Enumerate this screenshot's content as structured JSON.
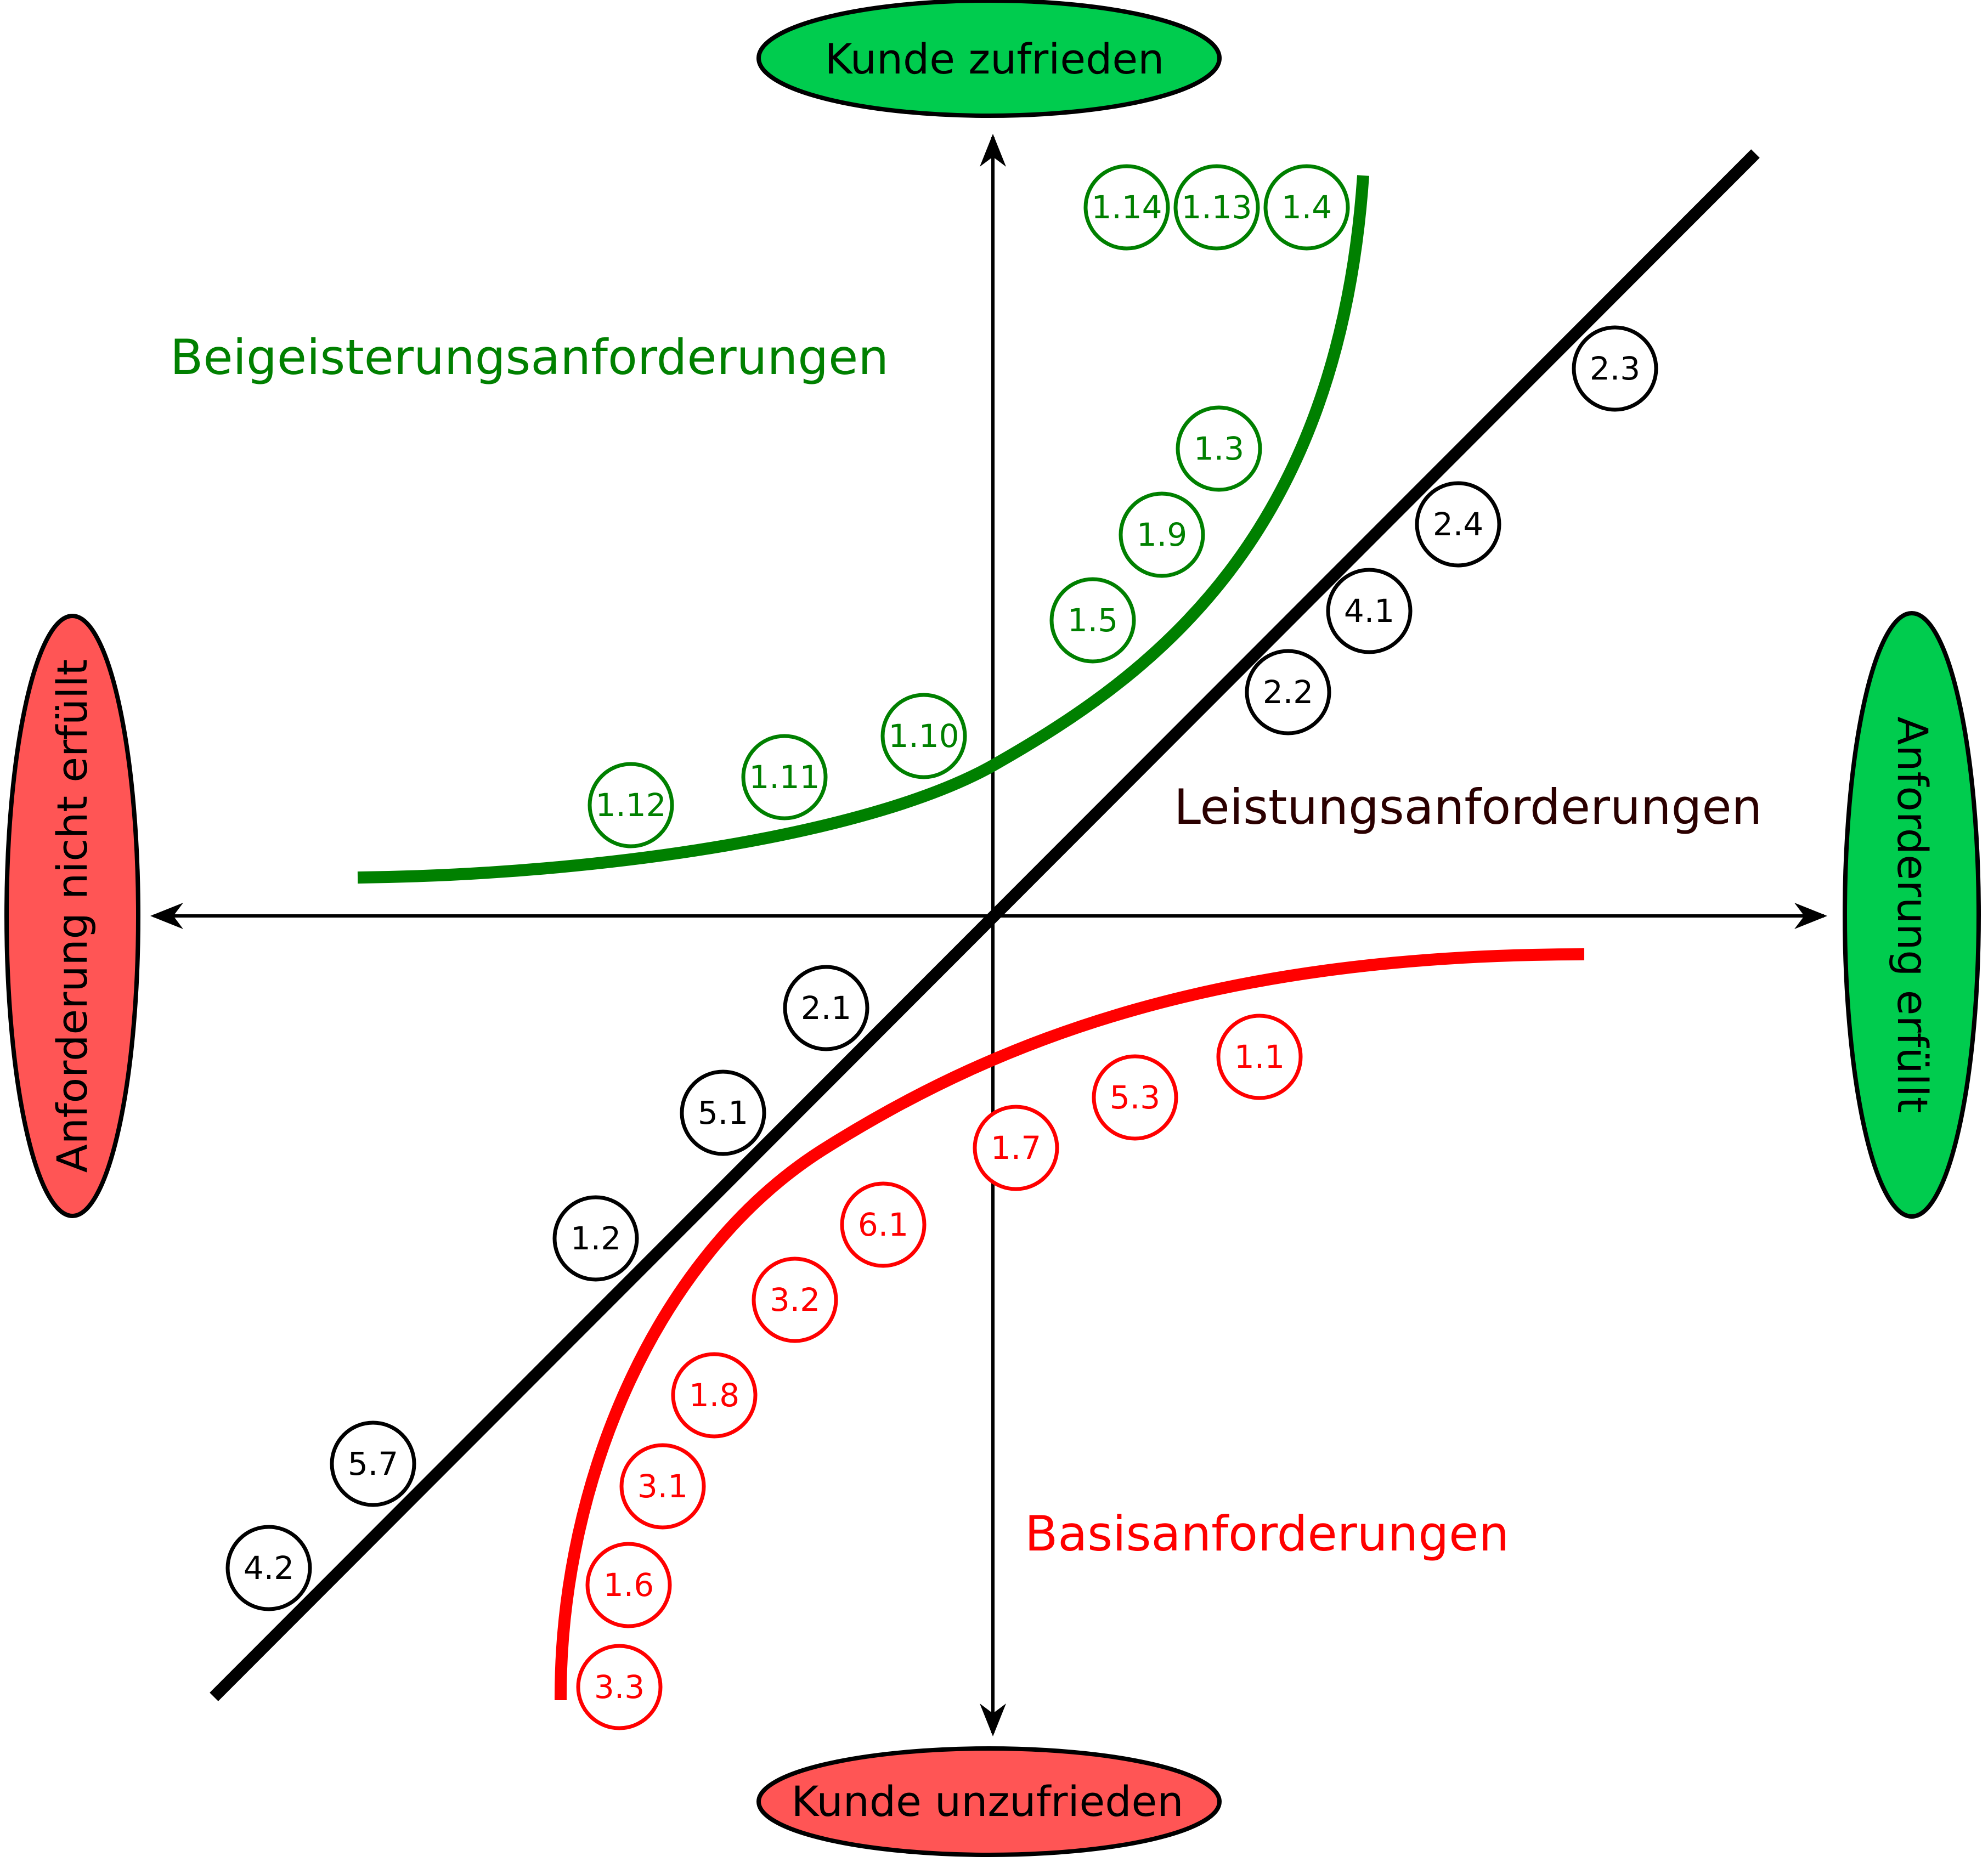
{
  "colors": {
    "excitement": "#008000",
    "performance": "#000000",
    "basic": "#ff0000",
    "satisfied_fill": "#00cc4e",
    "unsatisfied_fill": "#ff5555",
    "performance_text": "#2b0000"
  },
  "axes": {
    "top": "Kunde zufrieden",
    "bottom": "Kunde unzufrieden",
    "left": "Anforderung nicht erfüllt",
    "right": "Anforderung erfüllt"
  },
  "categories": {
    "excitement": "Beigeisterungsanforderungen",
    "performance": "Leistungsanforderungen",
    "basic": "Basisanforderungen"
  },
  "requirements": {
    "excitement": [
      "1.14",
      "1.13",
      "1.4",
      "1.3",
      "1.9",
      "1.5",
      "1.10",
      "1.11",
      "1.12"
    ],
    "performance": [
      "2.3",
      "2.4",
      "4.1",
      "2.2",
      "2.1",
      "5.1",
      "1.2",
      "5.7",
      "4.2"
    ],
    "basic": [
      "1.1",
      "5.3",
      "1.7",
      "6.1",
      "3.2",
      "1.8",
      "3.1",
      "1.6",
      "3.3"
    ]
  }
}
